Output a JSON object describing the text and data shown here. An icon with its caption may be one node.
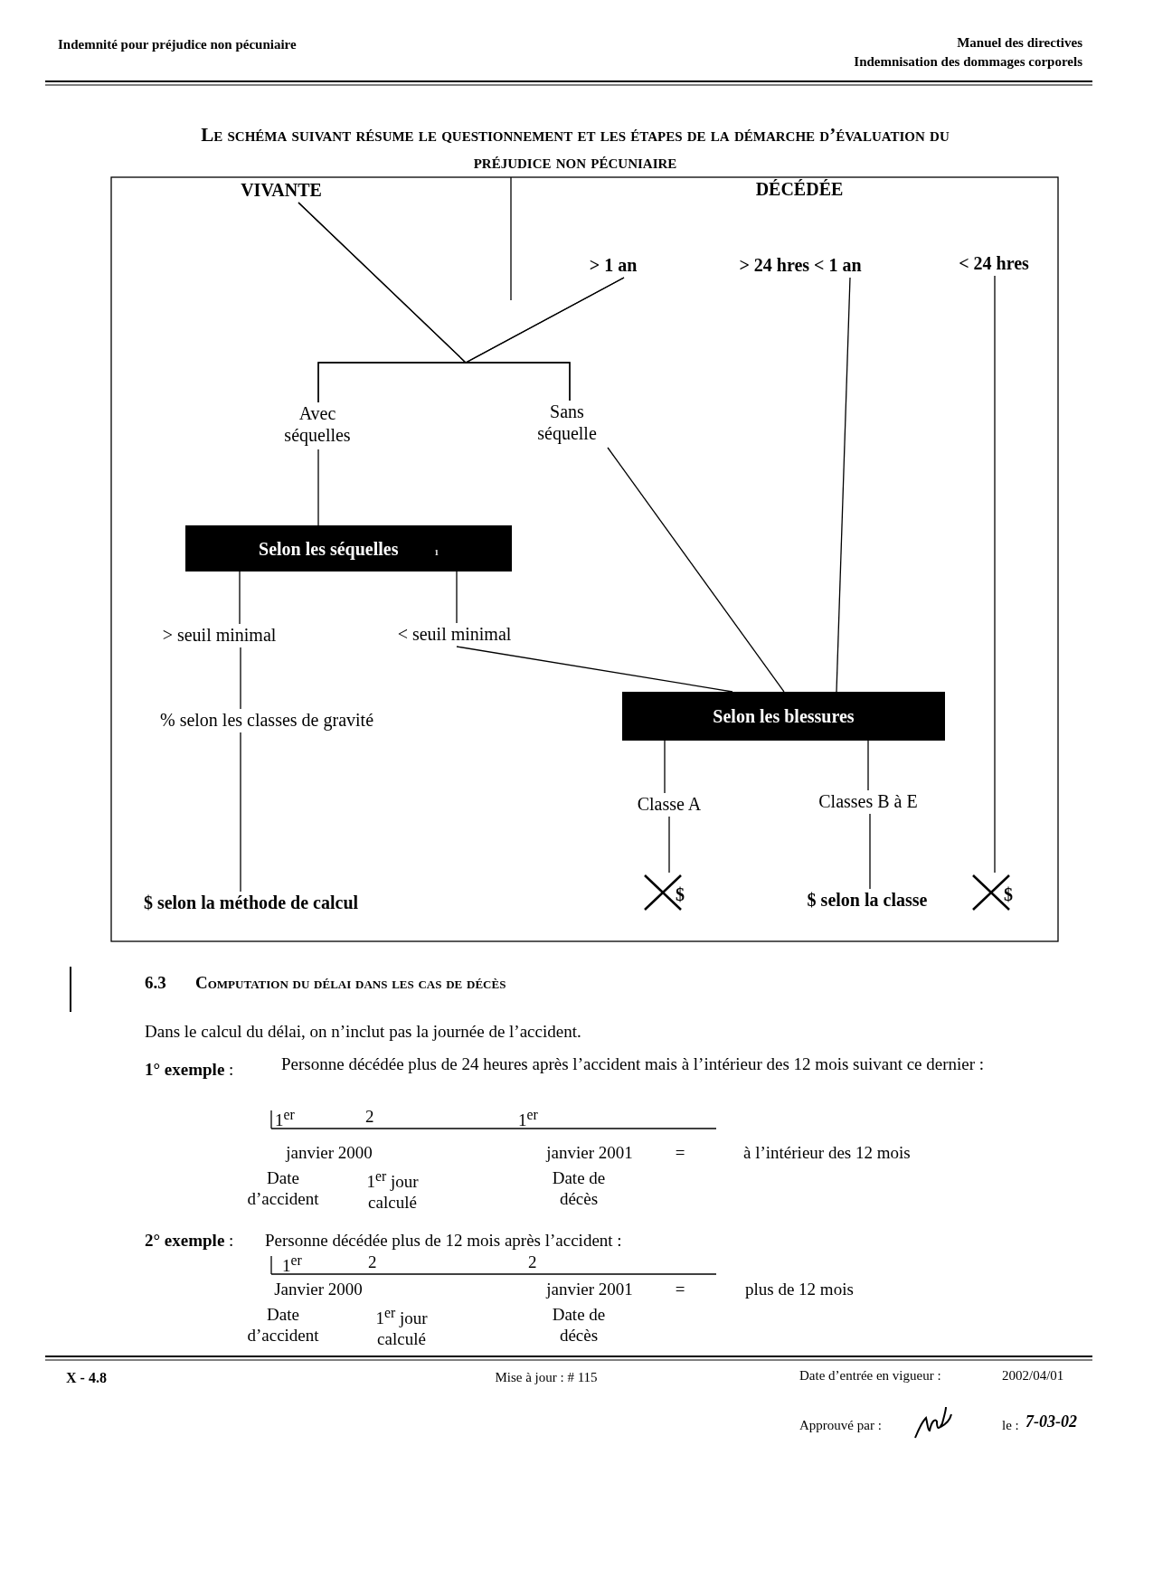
{
  "diagram": {
    "title": "Le schéma suivant résume le questionnement et les étapes de la démarche d’évaluation du préjudice non pécuniaire",
    "nodes": [
      {
        "text": [
          "VIVANTE"
        ]
      },
      {
        "text": [
          "DÉCÉDÉE"
        ]
      },
      {
        "text": [
          "> 1 an"
        ]
      },
      {
        "text": [
          "> 24 hres  < 1 an"
        ]
      },
      {
        "text": [
          "< 24 hres"
        ]
      },
      {
        "text": [
          "Avec séquelles"
        ]
      },
      {
        "text": [
          "Sans séquelle"
        ]
      },
      {
        "text": [
          "Selon les séquelles",
          "1"
        ]
      },
      {
        "text": [
          "> seuil minimal"
        ]
      },
      {
        "text": [
          "< seuil minimal"
        ]
      },
      {
        "text": [
          "% selon les classes de gravité"
        ]
      },
      {
        "text": [
          "Selon les blessures"
        ]
      },
      {
        "text": [
          "Classe A"
        ]
      },
      {
        "text": [
          "Classes B à E"
        ]
      },
      {
        "text": [
          "$ selon la méthode de calcul"
        ]
      },
      {
        "text": [
          "$"
        ]
      },
      {
        "text": [
          "$ selon la classe"
        ]
      },
      {
        "text": [
          "$"
        ]
      }
    ],
    "edges": [
      {
        "from": 0,
        "to": 5,
        "arrow": "none"
      },
      {
        "from": 0,
        "to": 6,
        "arrow": "none"
      },
      {
        "from": 2,
        "to": 5,
        "arrow": "none"
      },
      {
        "from": 2,
        "to": 6,
        "arrow": "none"
      },
      {
        "from": 5,
        "to": 7,
        "arrow": "none"
      },
      {
        "from": 6,
        "to": 11,
        "arrow": "none"
      },
      {
        "from": 3,
        "to": 11,
        "arrow": "none"
      },
      {
        "from": 7,
        "to": 8,
        "arrow": "none"
      },
      {
        "from": 7,
        "to": 9,
        "arrow": "none"
      },
      {
        "from": 9,
        "to": 11,
        "arrow": "none"
      },
      {
        "from": 8,
        "to": 10,
        "arrow": "none"
      },
      {
        "from": 10,
        "to": 14,
        "arrow": "none"
      },
      {
        "from": 11,
        "to": 12,
        "arrow": "none"
      },
      {
        "from": 11,
        "to": 13,
        "arrow": "none"
      },
      {
        "from": 12,
        "to": 15,
        "arrow": "none"
      },
      {
        "from": 13,
        "to": 16,
        "arrow": "none"
      },
      {
        "from": 4,
        "to": 17,
        "arrow": "none"
      }
    ],
    "labels": [
      "Indemnité pour préjudice non pécuniaire",
      "Manuel des directives",
      "Indemnisation des dommages corporels",
      "6.3",
      "Computation du délai dans les cas de décès",
      "Dans le calcul du délai, on n’inclut pas la journée de l’accident.",
      "**1° exemple** :",
      "Personne décédée plus de 24 heures après l’accident mais à l’intérieur des 12 mois suivant ce dernier :",
      "1$^{er}$",
      "2",
      "1$^{er}$",
      "janvier 2000",
      "janvier 2001",
      "=",
      "à l’intérieur des 12 mois",
      "Date d’accident",
      "1$^{er}$ jour calculé",
      "Date de décès",
      "**2° exemple** :",
      "Personne décédée plus de 12 mois après l’accident :",
      "1$^{er}$",
      "2",
      "2",
      "Janvier 2000",
      "janvier 2001",
      "=",
      "plus de 12 mois",
      "Date d’accident",
      "1$^{er}$ jour calculé",
      "Date de décès",
      "X - 4.8",
      "Mise à jour : # 115",
      "Date d’entrée en vigueur :",
      "2002/04/01",
      "Approuvé par :",
      "le :",
      "7-03-02"
    ]
  }
}
